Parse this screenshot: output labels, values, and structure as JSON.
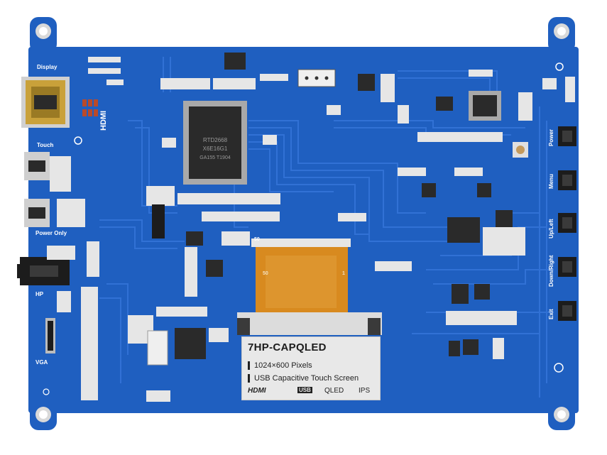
{
  "board": {
    "colors": {
      "pcb": "#1f5fc0",
      "trace": "#2d6fd2",
      "silk": "#ffffff",
      "gold": "#c9a13a",
      "flex": "#d88a1f"
    },
    "silkscreen": {
      "display": "Display",
      "touch": "Touch",
      "power_only": "Power Only",
      "hp": "HP",
      "vga": "VGA",
      "hdmi_vertical": "HDMI",
      "buttons": [
        "Power",
        "Menu",
        "Up/Left",
        "Down/Right",
        "Exit"
      ],
      "flex_top": "50",
      "flex_left": "50",
      "flex_right": "1"
    },
    "label": {
      "model": "7HP-CAPQLED",
      "resolution": "1024×600 Pixels",
      "touch": "USB Capacitive Touch Screen",
      "logo_hdmi": "HDMI",
      "logo_usb": "USB",
      "logo_qled": "QLED",
      "logo_ips": "IPS"
    }
  }
}
